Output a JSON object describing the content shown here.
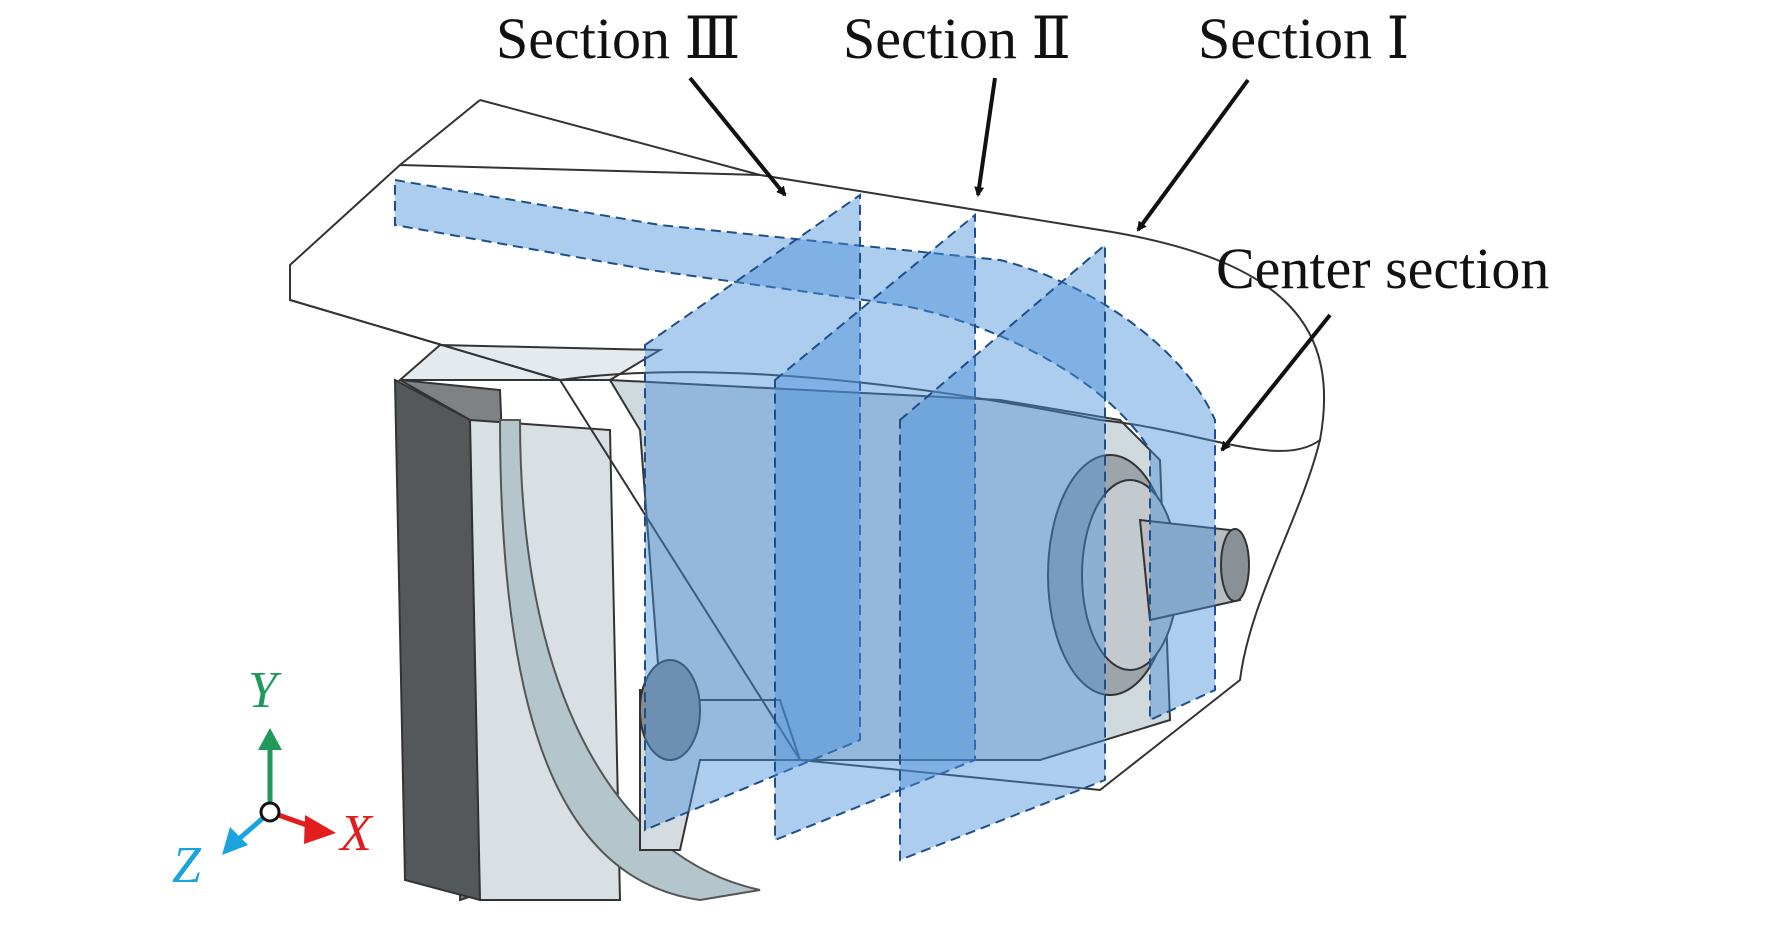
{
  "labels": {
    "section3": "Section Ⅲ",
    "section2": "Section Ⅱ",
    "section1": "Section Ⅰ",
    "center": "Center section"
  },
  "axes": {
    "x": "X",
    "y": "Y",
    "z": "Z",
    "colors": {
      "x": "#e21d1d",
      "y": "#1f9a5a",
      "z": "#1aa3dc"
    }
  },
  "colors": {
    "section_plane": "#4a90d9",
    "housing_light": "#dde6ea",
    "housing_dark": "#7f8285",
    "outline": "#333333"
  }
}
